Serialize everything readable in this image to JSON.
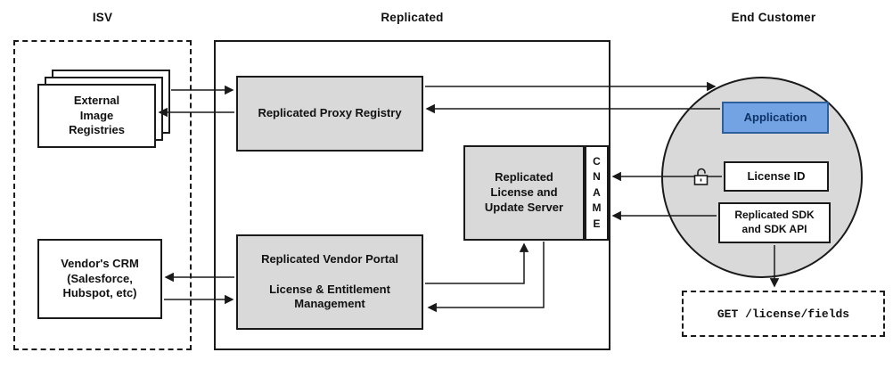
{
  "colors": {
    "box_gray": "#d9d9d9",
    "white": "#ffffff",
    "border": "#1a1a1a",
    "application_fill": "#74a3e3",
    "application_border": "#2c5f9b",
    "application_text": "#0d3266"
  },
  "headers": {
    "isv": "ISV",
    "replicated": "Replicated",
    "end_customer": "End Customer"
  },
  "isv": {
    "registries": "External\nImage\nRegistries",
    "crm": "Vendor's CRM\n(Salesforce,\nHubspot, etc)"
  },
  "replicated": {
    "proxy_registry": "Replicated Proxy Registry",
    "license_update_server": "Replicated\nLicense and\nUpdate Server",
    "cname": "C\nN\nA\nM\nE",
    "vendor_portal": "Replicated Vendor Portal\n\nLicense & Entitlement\nManagement"
  },
  "end_customer": {
    "application": "Application",
    "license_id": "License ID",
    "sdk": "Replicated SDK\nand SDK API",
    "get_endpoint": "GET /license/fields"
  },
  "icons": {
    "unlock_icon": "open-padlock"
  }
}
